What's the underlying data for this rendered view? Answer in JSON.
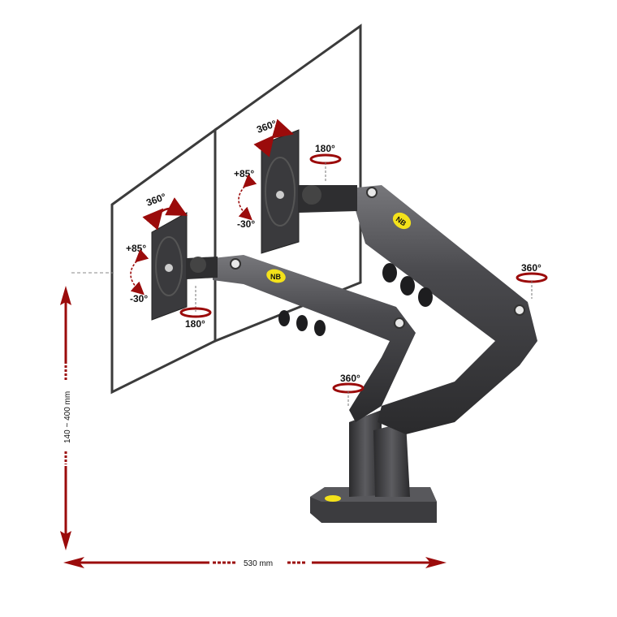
{
  "product": {
    "description": "Dual monitor gas-spring arm with two VESA plates and desk base",
    "logo_text": "NB",
    "colors": {
      "arm": "#3a3a3c",
      "arm_highlight": "#6a6a6e",
      "arrow_red": "#9b0b0b",
      "logo_yellow": "#f4e21a",
      "logo_red": "#d21a1a",
      "frame": "#3b3b3b"
    }
  },
  "dimensions": {
    "height_label": "140 ~ 400 mm",
    "width_label": "530 mm"
  },
  "left_head": {
    "swivel": "360°",
    "tilt_up": "+85°",
    "tilt_down": "-30°",
    "rotate": "180°"
  },
  "right_head": {
    "swivel": "360°",
    "tilt_up": "+85°",
    "tilt_down": "-30°",
    "rotate": "180°"
  },
  "joints": {
    "right_elbow_rotation": "360°",
    "base_rotation": "360°"
  }
}
